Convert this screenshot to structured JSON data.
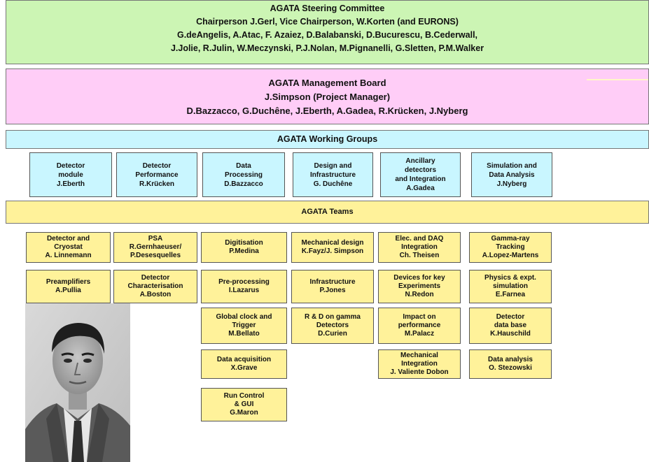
{
  "steering": {
    "title": "AGATA  Steering Committee",
    "chair": "Chairperson J.Gerl,  Vice Chairperson,  W.Korten (and EURONS)",
    "members1": "G.deAngelis,  A.Atac,  F. Azaiez,  D.Balabanski,  D.Bucurescu,  B.Cederwall,",
    "members2": "J.Jolie,  R.Julin,  W.Meczynski,  P.J.Nolan,  M.Pignanelli,  G.Sletten,  P.M.Walker"
  },
  "management": {
    "title": "AGATA  Management Board",
    "pm": "J.Simpson  (Project Manager)",
    "members": "D.Bazzacco,  G.Duchêne,  J.Eberth,  A.Gadea,  R.Krücken,  J.Nyberg"
  },
  "working_groups": {
    "title": "AGATA  Working Groups",
    "groups": [
      {
        "lines": [
          "Detector",
          "module",
          "J.Eberth"
        ]
      },
      {
        "lines": [
          "Detector",
          "Performance",
          "R.Krücken"
        ]
      },
      {
        "lines": [
          "Data",
          "Processing",
          "D.Bazzacco"
        ]
      },
      {
        "lines": [
          "Design  and",
          "Infrastructure",
          "G.  Duchêne"
        ]
      },
      {
        "lines": [
          "Ancillary",
          "detectors",
          "and Integration",
          "A.Gadea"
        ]
      },
      {
        "lines": [
          "Simulation  and",
          "Data  Analysis",
          "J.Nyberg"
        ]
      }
    ]
  },
  "teams": {
    "title": "AGATA Teams",
    "columns": [
      [
        {
          "lines": [
            "Detector and",
            "Cryostat",
            "A. Linnemann"
          ]
        },
        {
          "lines": [
            "Preamplifiers",
            "A.Pullia"
          ]
        }
      ],
      [
        {
          "lines": [
            "PSA",
            "R.Gernhaeuser/",
            "P.Desesquelles"
          ]
        },
        {
          "lines": [
            "Detector",
            "Characterisation",
            "A.Boston"
          ]
        }
      ],
      [
        {
          "lines": [
            "Digitisation",
            "P.Medina"
          ]
        },
        {
          "lines": [
            "Pre-processing",
            "I.Lazarus"
          ]
        },
        {
          "lines": [
            "Global clock and",
            "Trigger",
            "M.Bellato"
          ]
        },
        {
          "lines": [
            "Data acquisition",
            "X.Grave"
          ]
        },
        {
          "lines": [
            "Run Control",
            "& GUI",
            "G.Maron"
          ]
        }
      ],
      [
        {
          "lines": [
            "Mechanical design",
            "K.Fayz/J. Simpson"
          ]
        },
        {
          "lines": [
            "Infrastructure",
            "P.Jones"
          ]
        },
        {
          "lines": [
            "R & D on gamma",
            "Detectors",
            "D.Curien"
          ]
        }
      ],
      [
        {
          "lines": [
            "Elec. and DAQ",
            "Integration",
            "Ch. Theisen"
          ]
        },
        {
          "lines": [
            "Devices for key",
            "Experiments",
            "N.Redon"
          ]
        },
        {
          "lines": [
            "Impact on",
            "performance",
            "M.Palacz"
          ]
        },
        {
          "lines": [
            "Mechanical",
            "Integration",
            "J. Valiente Dobon"
          ]
        }
      ],
      [
        {
          "lines": [
            "Gamma-ray",
            "Tracking",
            "A.Lopez-Martens"
          ]
        },
        {
          "lines": [
            "Physics & expt.",
            "simulation",
            "E.Farnea"
          ]
        },
        {
          "lines": [
            "Detector",
            "data base",
            "K.Hauschild"
          ]
        },
        {
          "lines": [
            "Data analysis",
            "O. Stezowski"
          ]
        }
      ]
    ]
  },
  "photo": {
    "subject": "portrait-photo"
  }
}
